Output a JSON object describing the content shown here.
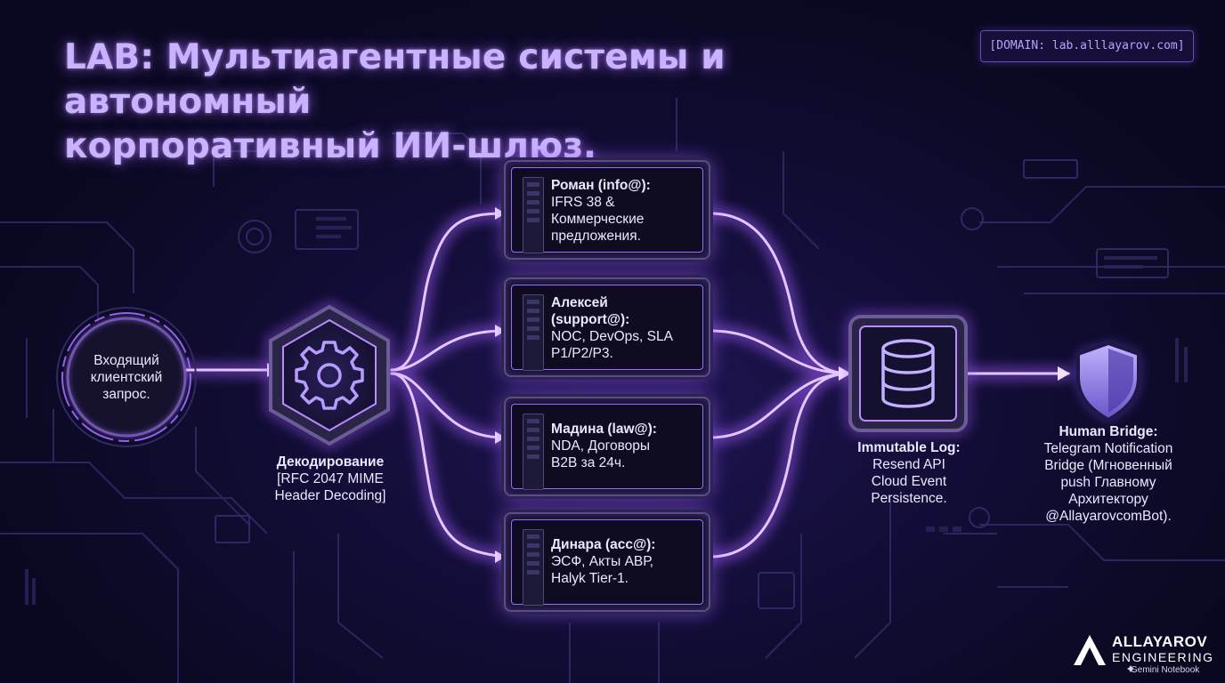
{
  "header": {
    "title_line1": "LAB: Мультиагентные системы и автономный",
    "title_line2": "корпоративный ИИ-шлюз.",
    "domain_badge": "[DOMAIN: lab.alllayarov.com]"
  },
  "input": {
    "label_line1": "Входящий",
    "label_line2": "клиентский",
    "label_line3": "запрос."
  },
  "decoder": {
    "icon": "gear-icon",
    "title": "Декодирование",
    "desc_line1": "[RFC 2047 MIME",
    "desc_line2": "Header Decoding]"
  },
  "agents": [
    {
      "name": "Роман (info@):",
      "line1": "IFRS 38 &",
      "line2": "Коммерческие",
      "line3": "предложения."
    },
    {
      "name": "Алексей",
      "name2": "(support@):",
      "line1": "NOC, DevOps, SLA",
      "line2": "P1/P2/P3."
    },
    {
      "name": "Мадина (law@):",
      "line1": "NDA, Договоры",
      "line2": "B2B за 24ч."
    },
    {
      "name": "Динара (acc@):",
      "line1": "ЭСФ, Акты АВР,",
      "line2": "Halyk Tier-1."
    }
  ],
  "log": {
    "icon": "database-icon",
    "title": "Immutable Log:",
    "line1": "Resend API",
    "line2": "Cloud Event",
    "line3": "Persistence."
  },
  "bridge": {
    "icon": "shield-icon",
    "title": "Human Bridge:",
    "line1": "Telegram Notification",
    "line2": "Bridge (Мгновенный",
    "line3": "push Главному",
    "line4": "Архитектору",
    "line5": "@AllayarovcomBot)."
  },
  "brand": {
    "name": "ALLAYAROV",
    "sub": "ENGINEERING",
    "credit": "Gemini Notebook"
  },
  "colors": {
    "background": "#0a0820",
    "accent": "#a86eff",
    "title": "#c9b3ff",
    "glow": "#d9a8ff"
  }
}
